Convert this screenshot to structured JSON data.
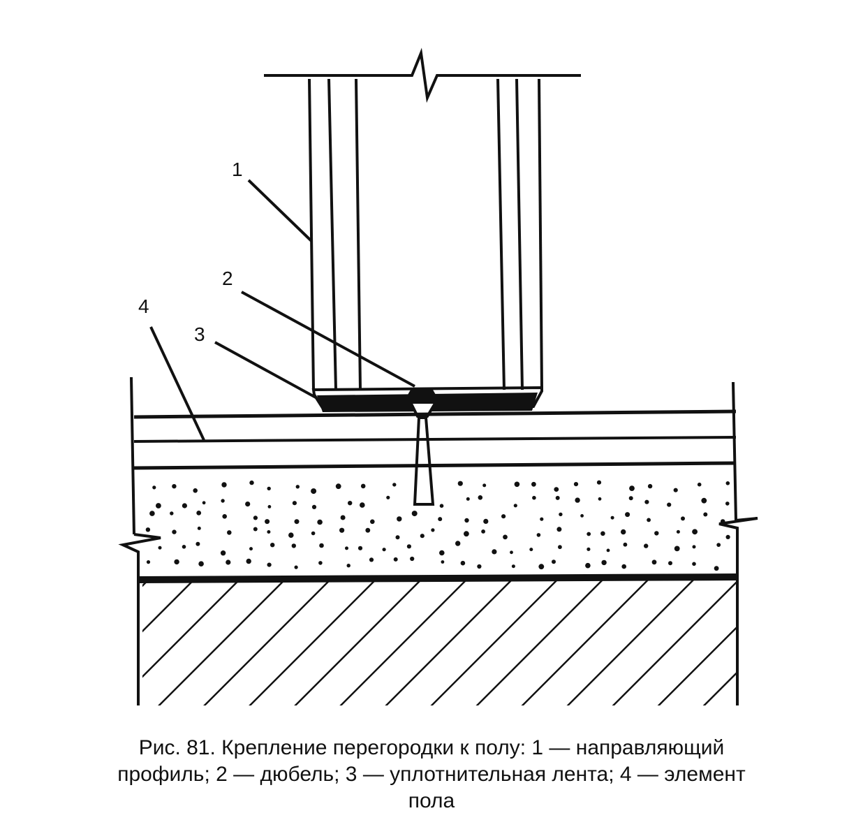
{
  "labels": {
    "profile": "1",
    "dowel": "2",
    "tape": "3",
    "floor": "4"
  },
  "caption": {
    "line1": "Рис. 81. Крепление перегородки к полу: 1 — направляющий",
    "line2": "профиль; 2 — дюбель; 3 — уплотнительная лента; 4 — элемент",
    "line3": "пола"
  },
  "colors": {
    "ink": "#111111",
    "paper": "#ffffff"
  }
}
